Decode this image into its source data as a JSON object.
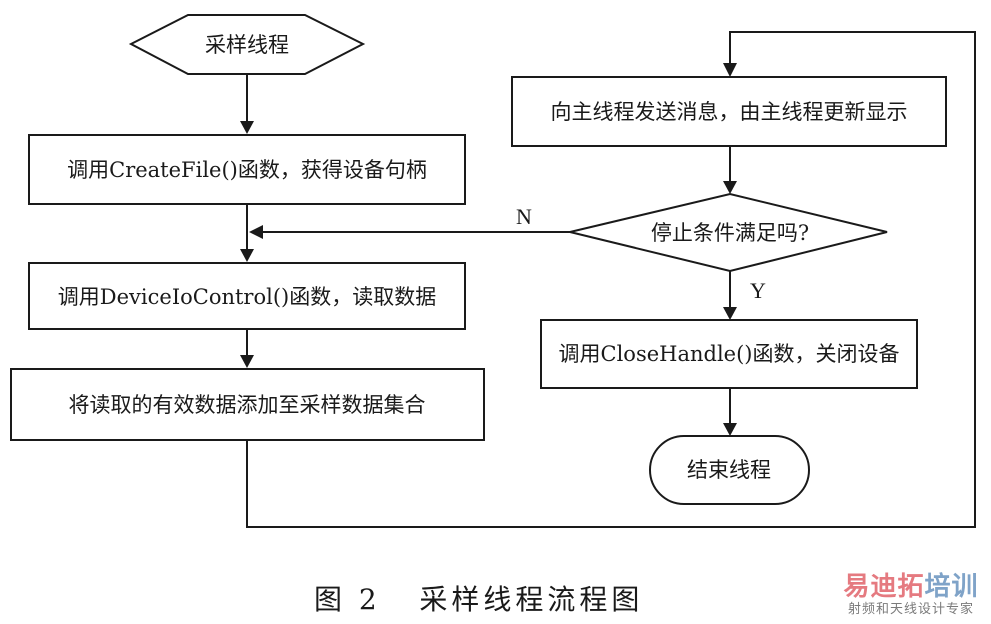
{
  "diagram": {
    "nodes": {
      "start": "采样线程",
      "create_file": "调用CreateFile()函数，获得设备句柄",
      "device_io": "调用DeviceIoControl()函数，读取数据",
      "add_data": "将读取的有效数据添加至采样数据集合",
      "send_msg": "向主线程发送消息，由主线程更新显示",
      "decision": "停止条件满足吗?",
      "close_handle": "调用CloseHandle()函数，关闭设备",
      "end": "结束线程"
    },
    "branch_labels": {
      "no": "N",
      "yes": "Y"
    },
    "edges": [
      {
        "from": "start",
        "to": "create_file"
      },
      {
        "from": "create_file",
        "to": "device_io"
      },
      {
        "from": "device_io",
        "to": "add_data"
      },
      {
        "from": "add_data",
        "to": "send_msg"
      },
      {
        "from": "send_msg",
        "to": "decision"
      },
      {
        "from": "decision",
        "to": "device_io",
        "label": "N"
      },
      {
        "from": "decision",
        "to": "close_handle",
        "label": "Y"
      },
      {
        "from": "close_handle",
        "to": "end"
      }
    ]
  },
  "caption": "图 2   采样线程流程图",
  "watermark": {
    "title_red": "易迪拓",
    "title_blue": "培训",
    "subtitle": "射频和天线设计专家"
  }
}
